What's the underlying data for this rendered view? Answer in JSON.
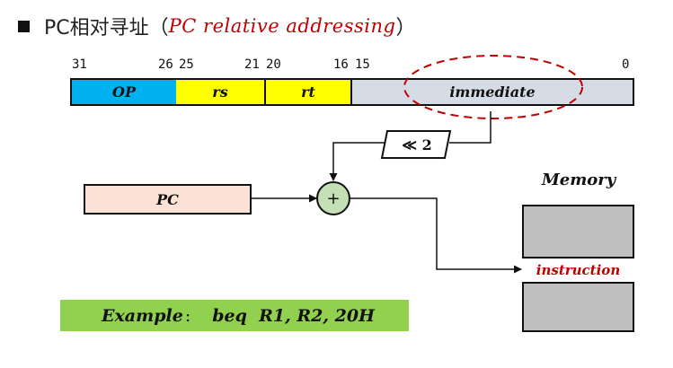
{
  "title": {
    "prefix": "PC相对寻址",
    "paren_open": "（",
    "english": "PC relative addressing",
    "paren_close": "）"
  },
  "bit_labels": [
    "31",
    "26",
    "25",
    "21",
    "20",
    "16",
    "15",
    "0"
  ],
  "fields": {
    "op": "OP",
    "rs": "rs",
    "rt": "rt",
    "immediate": "immediate"
  },
  "shift_label": "≪ 2",
  "adder_symbol": "+",
  "pc_label": "PC",
  "memory": {
    "title": "Memory",
    "slot_label": "instruction"
  },
  "example": {
    "label": "Example",
    "colon": ":",
    "code": "beq  R1, R2, 20H"
  },
  "colors": {
    "op": "#00b0f0",
    "rs": "#ffff00",
    "rt": "#ffff00",
    "immediate": "#d6dce5",
    "pc": "#fbe2d5",
    "adder": "#c5e0b4",
    "memory": "#bfbfbf",
    "example": "#92d050",
    "highlight": "#c00000"
  }
}
